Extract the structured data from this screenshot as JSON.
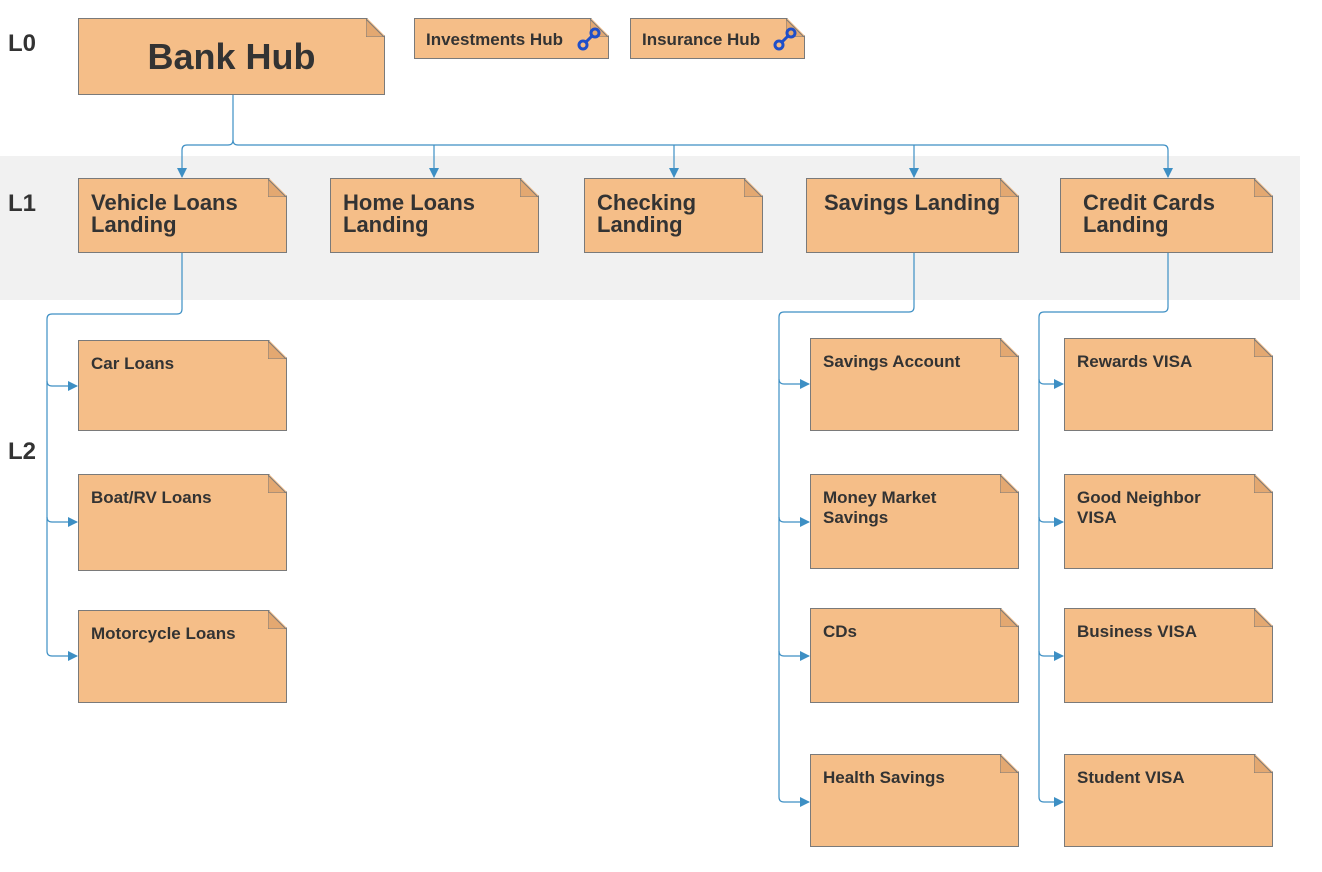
{
  "levels": {
    "l0": "L0",
    "l1": "L1",
    "l2": "L2"
  },
  "colors": {
    "node_fill": "#f5be88",
    "node_border": "#7a7a7a",
    "connector": "#3d8fc4",
    "band": "#f1f1f1",
    "link_icon": "#1f4fc9"
  },
  "root": {
    "label": "Bank Hub"
  },
  "hubs": [
    {
      "label": "Investments Hub",
      "icon": "link-icon"
    },
    {
      "label": "Insurance Hub",
      "icon": "link-icon"
    }
  ],
  "landings": [
    {
      "label": "Vehicle Loans Landing",
      "lines": [
        "Vehicle Loans",
        "Landing"
      ]
    },
    {
      "label": "Home Loans Landing",
      "lines": [
        "Home Loans",
        "Landing"
      ]
    },
    {
      "label": "Checking Landing",
      "lines": [
        "Checking",
        "Landing"
      ]
    },
    {
      "label": "Savings Landing",
      "lines": [
        "Savings Landing"
      ]
    },
    {
      "label": "Credit Cards Landing",
      "lines": [
        "Credit Cards",
        "Landing"
      ]
    }
  ],
  "vehicle_children": [
    "Car Loans",
    "Boat/RV Loans",
    "Motorcycle Loans"
  ],
  "savings_children": [
    "Savings Account",
    "Money Market Savings",
    "CDs",
    "Health Savings"
  ],
  "credit_children": [
    "Rewards VISA",
    "Good Neighbor VISA",
    "Business VISA",
    "Student VISA"
  ]
}
